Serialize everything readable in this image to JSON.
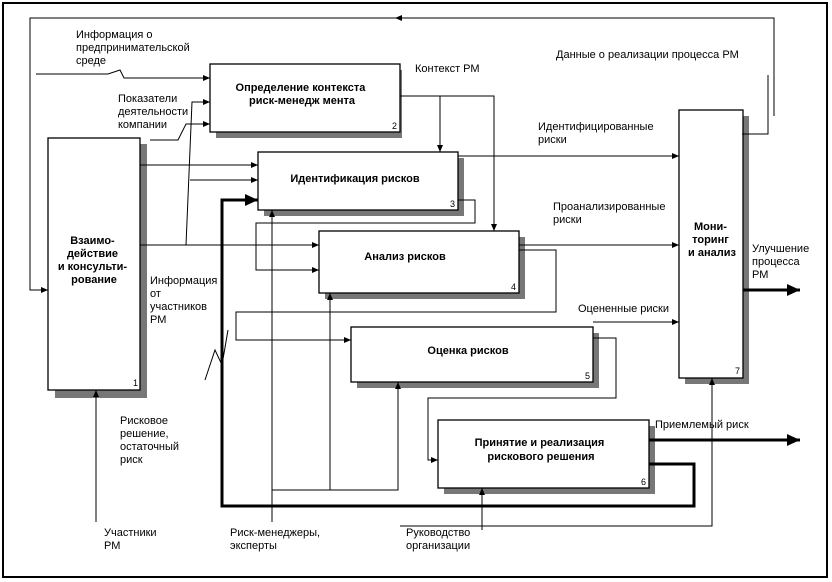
{
  "boxes": [
    {
      "id": "b1",
      "title_lines": [
        "Взаимо-",
        "действие",
        "и консульти-",
        "рование"
      ],
      "number": "1"
    },
    {
      "id": "b2",
      "title_lines": [
        "Определение контекста",
        "риск-менедж мента"
      ],
      "number": "2"
    },
    {
      "id": "b3",
      "title_lines": [
        "Идентификация рисков"
      ],
      "number": "3"
    },
    {
      "id": "b4",
      "title_lines": [
        "Анализ рисков"
      ],
      "number": "4"
    },
    {
      "id": "b5",
      "title_lines": [
        "Оценка рисков"
      ],
      "number": "5"
    },
    {
      "id": "b6",
      "title_lines": [
        "Принятие и реализация",
        "рискового решения"
      ],
      "number": "6"
    },
    {
      "id": "b7",
      "title_lines": [
        "Мони-",
        "торинг",
        "и анализ"
      ],
      "number": "7"
    }
  ],
  "labels": {
    "info_env": [
      "Информация о",
      "предпринимательской",
      "среде"
    ],
    "data_impl": "Данные о реализации процесса РМ",
    "context": "Контекст РМ",
    "indicators": [
      "Показатели",
      "деятельности",
      "компании"
    ],
    "identified": [
      "Идентифицированные",
      "риски"
    ],
    "analyzed": [
      "Проанализированные",
      "риски"
    ],
    "improvement": [
      "Улучшение",
      "процесса",
      "РМ"
    ],
    "info_participants": [
      "Информация",
      "от",
      "участников",
      "РМ"
    ],
    "evaluated": "Оцененные риски",
    "risk_decision": [
      "Рисковое",
      "решение,",
      "остаточный",
      "риск"
    ],
    "acceptable": "Приемлемый риск",
    "participants": [
      "Участники",
      "РМ"
    ],
    "managers": [
      "Риск-менеджеры,",
      "эксперты"
    ],
    "leadership": [
      "Руководство",
      "организации"
    ]
  }
}
